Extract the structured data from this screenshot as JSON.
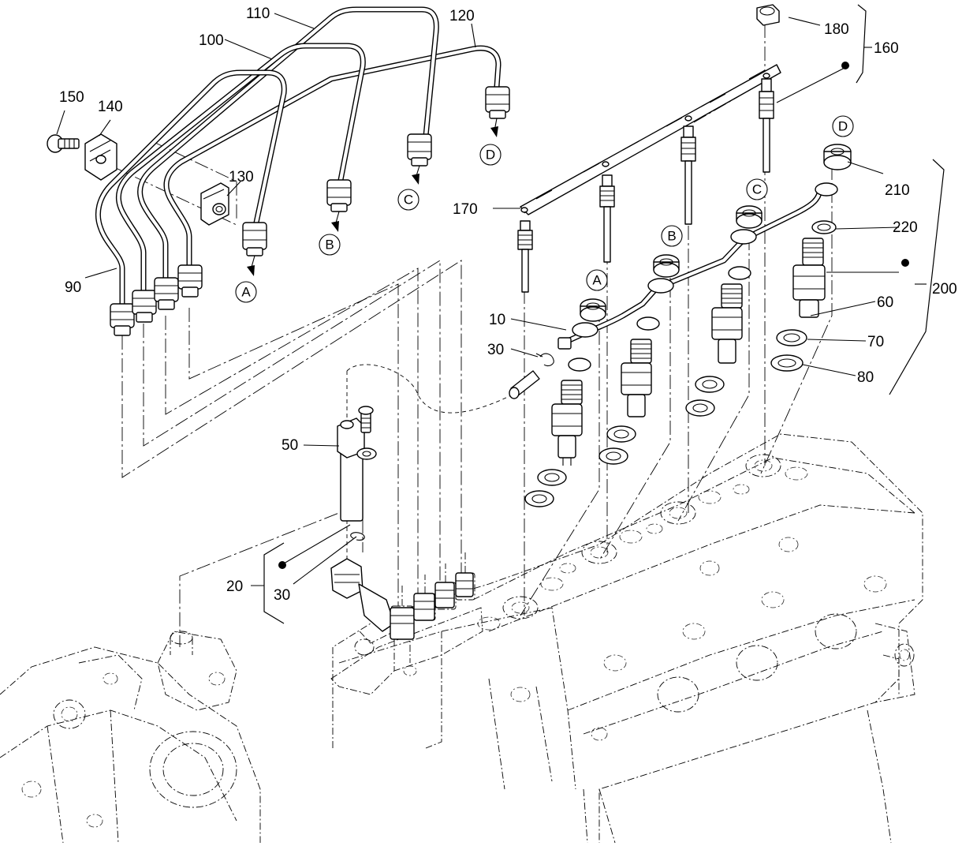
{
  "callouts": {
    "c10": "10",
    "c20": "20",
    "c30a": "30",
    "c30b": "30",
    "c50": "50",
    "c60": "60",
    "c70": "70",
    "c80": "80",
    "c90": "90",
    "c100": "100",
    "c110": "110",
    "c120": "120",
    "c130": "130",
    "c140": "140",
    "c150": "150",
    "c160": "160",
    "c170": "170",
    "c180": "180",
    "c200": "200",
    "c210": "210",
    "c220": "220"
  },
  "markers": {
    "pipe_end_a": "A",
    "pipe_end_b": "B",
    "pipe_end_c": "C",
    "pipe_end_d": "D",
    "nozzle_a": "A",
    "nozzle_b": "B",
    "nozzle_c": "C",
    "nozzle_d": "D"
  }
}
